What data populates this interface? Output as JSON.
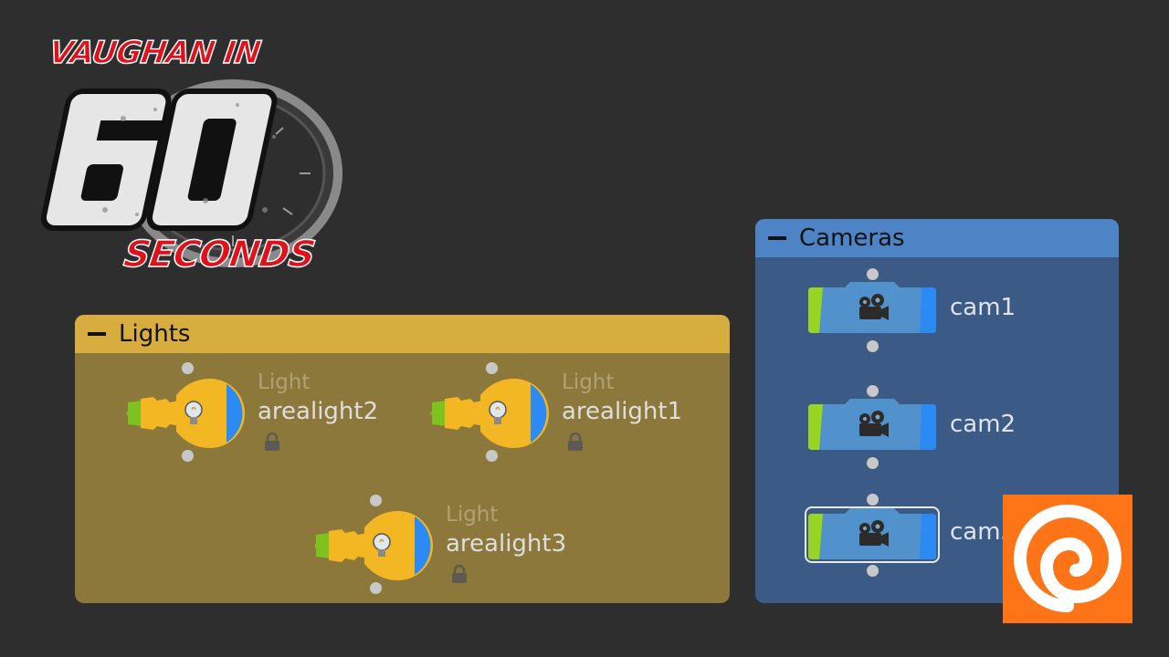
{
  "branding": {
    "show_title_top": "VAUGHAN IN",
    "show_title_number": "60",
    "show_title_bottom": "SECONDS",
    "houdini_logo": "houdini-spiral-icon",
    "houdini_color": "#ff7417"
  },
  "network": {
    "lights_box": {
      "title": "Lights",
      "header_color": "#d8ad3f",
      "body_color": "#8d783c",
      "nodes": [
        {
          "type": "Light",
          "name": "arealight2"
        },
        {
          "type": "Light",
          "name": "arealight1"
        },
        {
          "type": "Light",
          "name": "arealight3"
        }
      ]
    },
    "cameras_box": {
      "title": "Cameras",
      "header_color": "#4c84c6",
      "body_color": "#3b5b86",
      "nodes": [
        {
          "name": "cam1"
        },
        {
          "name": "cam2"
        },
        {
          "name": "cam3"
        }
      ]
    }
  },
  "icons": {
    "light_node": "lightbulb-icon",
    "camera_node": "movie-camera-icon",
    "lock": "lock-icon",
    "collapse": "minus-icon"
  }
}
